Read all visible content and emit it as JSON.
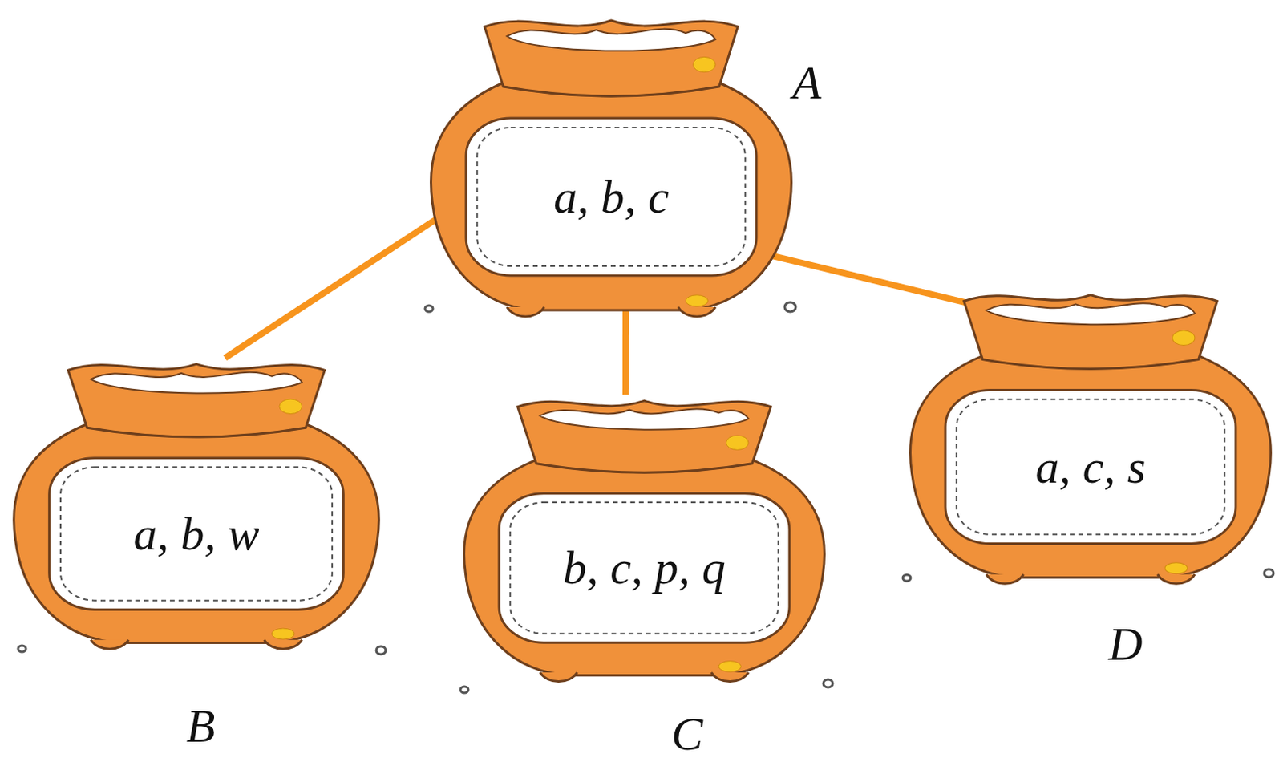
{
  "diagram": {
    "nodes": [
      {
        "text": [
          "A",
          "a, b, c"
        ]
      },
      {
        "text": [
          "a, b, w",
          "B"
        ]
      },
      {
        "text": [
          "b, c, p, q",
          "C"
        ]
      },
      {
        "text": [
          "a, c, s",
          "D"
        ]
      }
    ],
    "edges": [
      {
        "from": 0,
        "to": 1,
        "arrow": "none"
      },
      {
        "from": 0,
        "to": 2,
        "arrow": "none"
      },
      {
        "from": 0,
        "to": 3,
        "arrow": "none"
      }
    ]
  }
}
